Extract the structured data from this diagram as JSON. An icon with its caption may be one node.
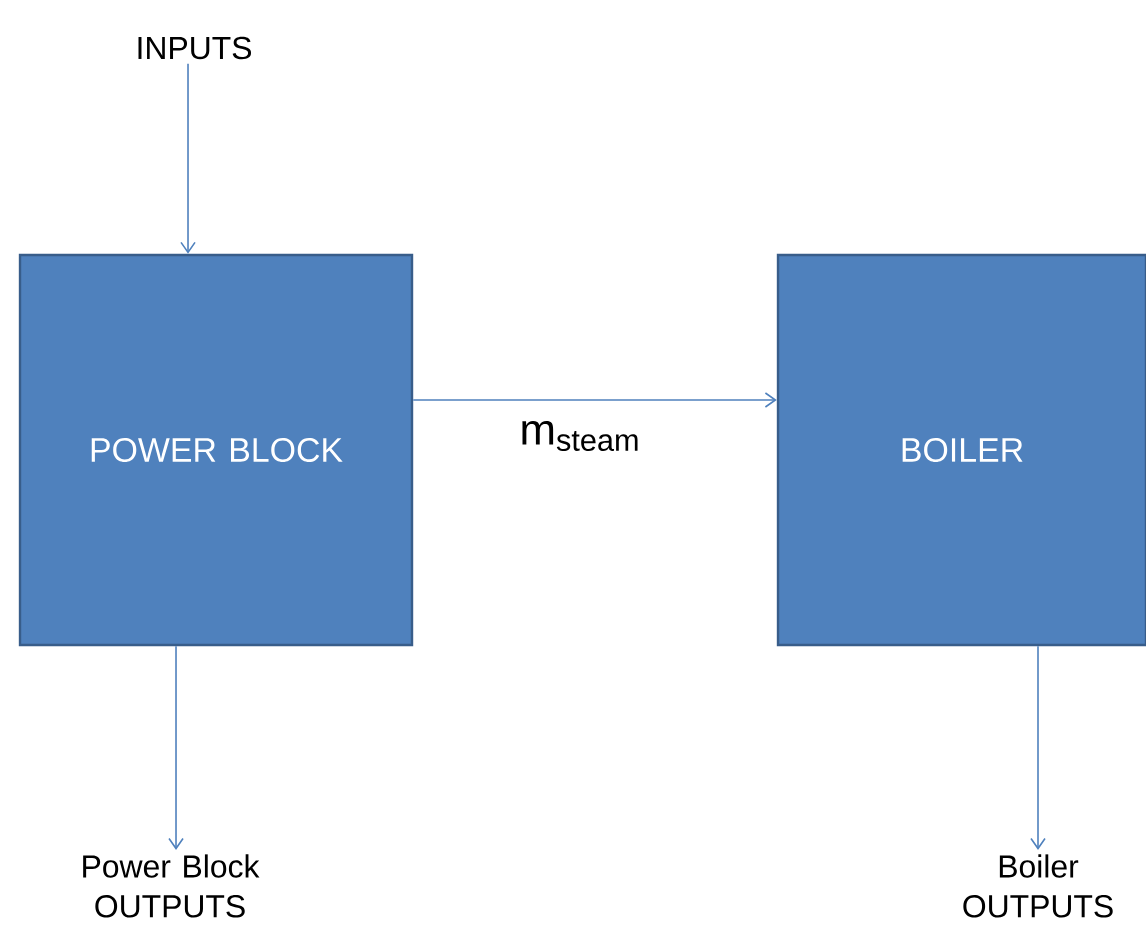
{
  "diagram": {
    "nodes": [
      {
        "text": [
          "INPUTS"
        ]
      },
      {
        "text": [
          "POWER BLOCK"
        ]
      },
      {
        "text": [
          "BOILER"
        ]
      },
      {
        "text": [
          "Power Block OUTPUTS"
        ]
      },
      {
        "text": [
          "Boiler OUTPUTS"
        ]
      }
    ],
    "edges": [
      {
        "from": 0,
        "to": 1,
        "arrow": "to"
      },
      {
        "from": 1,
        "to": 2,
        "arrow": "to",
        "label": "m$_{steam}$"
      },
      {
        "from": 1,
        "to": 3,
        "arrow": "to"
      },
      {
        "from": 2,
        "to": 4,
        "arrow": "to"
      }
    ]
  }
}
